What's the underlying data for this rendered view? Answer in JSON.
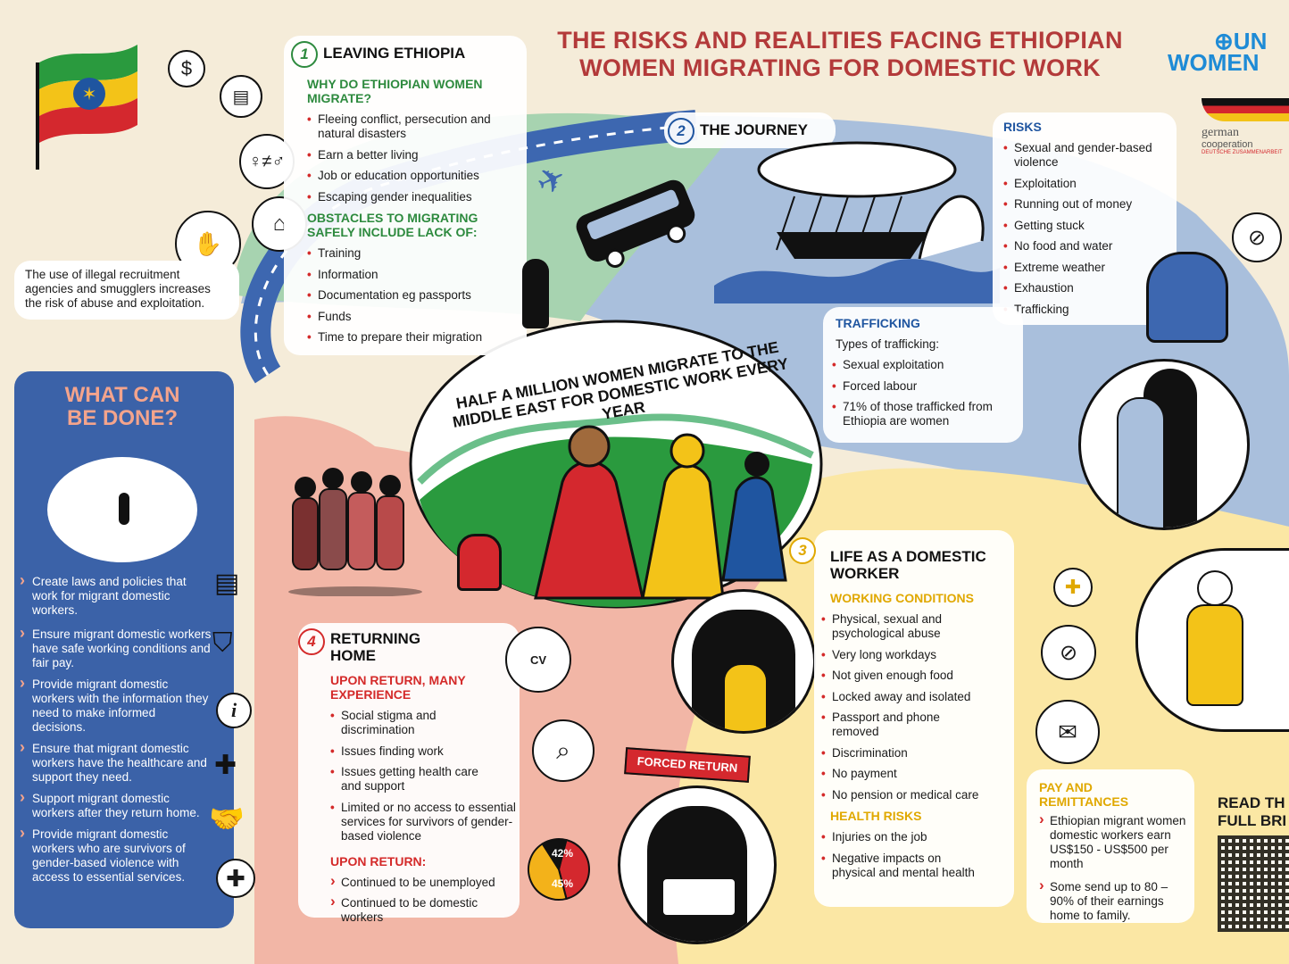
{
  "title_line1": "THE RISKS AND REALITIES FACING ETHIOPIAN",
  "title_line2": "WOMEN MIGRATING FOR DOMESTIC WORK",
  "logos": {
    "unwomen_line1": "UN",
    "unwomen_line2": "WOMEN",
    "german": "german",
    "cooperation": "cooperation",
    "deutsche": "DEUTSCHE ZUSAMMENARBEIT"
  },
  "illegal_note": "The use of illegal recruitment agencies and smugglers increases the risk of abuse and exploitation.",
  "s1": {
    "num": "1",
    "title": "LEAVING ETHIOPIA",
    "why": "WHY DO ETHIOPIAN WOMEN MIGRATE?",
    "why_items": [
      "Fleeing conflict, persecution and natural disasters",
      "Earn a better living",
      "Job or education opportunities",
      "Escaping gender inequalities"
    ],
    "obstacles": "OBSTACLES TO MIGRATING SAFELY INCLUDE LACK OF:",
    "obstacle_items": [
      "Training",
      "Information",
      "Documentation eg passports",
      "Funds",
      "Time to prepare their migration"
    ]
  },
  "s2": {
    "num": "2",
    "title": "THE JOURNEY",
    "risks": "RISKS",
    "risk_items": [
      "Sexual and gender-based violence",
      "Exploitation",
      "Running out of money",
      "Getting stuck",
      "No food and water",
      "Extreme weather",
      "Exhaustion",
      "Trafficking"
    ],
    "trafficking": "TRAFFICKING",
    "types": "Types of trafficking:",
    "types_items": [
      "Sexual exploitation",
      "Forced labour",
      "71% of those trafficked from Ethiopia are women"
    ]
  },
  "center_line1": "HALF A MILLION WOMEN MIGRATE TO THE",
  "center_line2": "MIDDLE EAST FOR DOMESTIC WORK EVERY YEAR",
  "s3": {
    "num": "3",
    "title": "LIFE AS A DOMESTIC WORKER",
    "conditions": "WORKING CONDITIONS",
    "conditions_items": [
      "Physical, sexual and psychological abuse",
      "Very long workdays",
      "Not given enough food",
      "Locked away and isolated",
      "Passport and phone removed",
      "Discrimination",
      "No payment",
      "No pension or medical care"
    ],
    "health": "HEALTH RISKS",
    "health_items": [
      "Injuries on the job",
      "Negative impacts on physical and mental health"
    ]
  },
  "pay": {
    "title": "PAY AND REMITTANCES",
    "items": [
      "Ethiopian migrant women domestic workers earn US$150 - US$500 per month",
      "Some send up to 80 – 90% of their earnings home to family."
    ]
  },
  "read": {
    "line1": "READ TH",
    "line2": "FULL BRI"
  },
  "s4": {
    "num": "4",
    "title": "RETURNING HOME",
    "upon": "UPON RETURN, MANY EXPERIENCE",
    "upon_items": [
      "Social stigma and discrimination",
      "Issues finding work",
      "Issues getting health care and support",
      "Limited or no access to essential services for survivors of gender-based violence"
    ],
    "upon2": "UPON RETURN:",
    "upon2_items": [
      "Continued to be unemployed",
      "Continued to be domestic workers"
    ],
    "forced": "FORCED RETURN",
    "cv": "CV"
  },
  "pie": {
    "pct_unemployed": 42,
    "label_unemployed": "42%",
    "pct_domestic": 45,
    "label_domestic": "45%",
    "color_unemployed": "#d4282e",
    "color_domestic": "#f3b21a",
    "color_rest": "#111111"
  },
  "wcd": {
    "title": "WHAT CAN BE DONE?",
    "items": [
      "Create laws and policies that work for migrant domestic workers.",
      "Ensure migrant domestic workers have safe working conditions and fair pay.",
      "Provide migrant domestic workers with the information they need to make informed decisions.",
      "Ensure that migrant domestic workers have the healthcare and support they need.",
      "Support migrant domestic workers after they return home.",
      "Provide migrant domestic workers who are survivors of gender-based violence with access to essential services."
    ],
    "info_icon_char": "i"
  },
  "colors": {
    "title_red": "#b33a3a",
    "wcd_blue": "#3b62a8",
    "return_pink": "#f2b6a6",
    "journey_blue": "#a9bfdc",
    "life_yellow": "#fbe7a4",
    "leave_green": "#a7d3b0"
  }
}
